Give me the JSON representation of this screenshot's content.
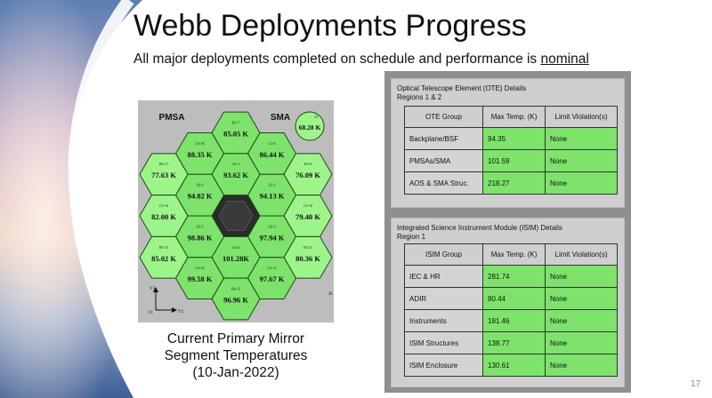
{
  "slide": {
    "title": "Webb Deployments Progress",
    "subtitle_lead": "All major deployments completed on schedule and performance is ",
    "subtitle_emph": "nominal",
    "page_number": "17"
  },
  "mirror": {
    "label_pmsa": "PMSA",
    "label_sma": "SMA",
    "sma_segment": {
      "id": "19",
      "temp": "68.28 K"
    },
    "segments": [
      {
        "id": "B1-7",
        "temp": "85.05 K"
      },
      {
        "id": "C6-18",
        "temp": "88.35 K"
      },
      {
        "id": "C1-8",
        "temp": "86.44 K"
      },
      {
        "id": "A1-1",
        "temp": "93.62 K"
      },
      {
        "id": "B6-17",
        "temp": "77.63 K"
      },
      {
        "id": "B2-9",
        "temp": "76.09 K"
      },
      {
        "id": "A6-6",
        "temp": "94.82 K"
      },
      {
        "id": "A2-2",
        "temp": "94.13 K"
      },
      {
        "id": "C5-16",
        "temp": "82.00 K"
      },
      {
        "id": "C2-10",
        "temp": "79.40 K"
      },
      {
        "id": "A5-5",
        "temp": "98.86 K"
      },
      {
        "id": "A3-3",
        "temp": "97.94 K"
      },
      {
        "id": "B5-15",
        "temp": "85.02 K"
      },
      {
        "id": "B3-11",
        "temp": "80.36 K"
      },
      {
        "id": "A4-4",
        "temp": "101.28K"
      },
      {
        "id": "C4-14",
        "temp": "99.58 K"
      },
      {
        "id": "C3-12",
        "temp": "97.67 K"
      },
      {
        "id": "B4-13",
        "temp": "96.96 K"
      }
    ],
    "axis_v3": "V3",
    "axis_v2": "V2",
    "partial_label": "20"
  },
  "caption": {
    "line1": "Current Primary Mirror",
    "line2": "Segment Temperatures",
    "line3": "(10-Jan-2022)"
  },
  "ote": {
    "heading_line1": "Optical Telescope Element (OTE) Details",
    "heading_line2": "Regions 1 & 2",
    "columns": [
      "OTE Group",
      "Max Temp. (K)",
      "Limit Violation(s)"
    ],
    "rows": [
      {
        "group": "Backplane/BSF",
        "temp": "94.35",
        "limit": "None"
      },
      {
        "group": "PMSAs/SMA",
        "temp": "101.59",
        "limit": "None"
      },
      {
        "group": "AOS & SMA Struc.",
        "temp": "218.27",
        "limit": "None"
      }
    ]
  },
  "isim": {
    "heading_line1": "Integrated Science Instrument Module (ISIM) Details",
    "heading_line2": "Region 1",
    "columns": [
      "ISIM Group",
      "Max Temp. (K)",
      "Limit Violation(s)"
    ],
    "rows": [
      {
        "group": "IEC & HR",
        "temp": "281.74",
        "limit": "None"
      },
      {
        "group": "ADIR",
        "temp": "80.44",
        "limit": "None"
      },
      {
        "group": "Instruments",
        "temp": "181.46",
        "limit": "None"
      },
      {
        "group": "ISIM Structures",
        "temp": "138.77",
        "limit": "None"
      },
      {
        "group": "ISIM Enclosure",
        "temp": "130.61",
        "limit": "None"
      }
    ]
  },
  "colors": {
    "segment_fill": "#7de36b",
    "segment_bright": "#9df58a",
    "cell_green": "#7de36b",
    "panel_gray": "#8f8f8f"
  }
}
